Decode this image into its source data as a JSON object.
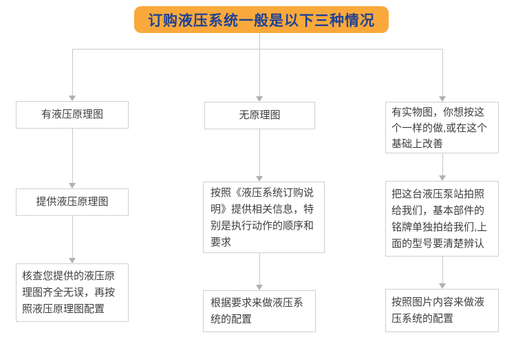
{
  "title": {
    "label": "订购液压系统一般是以下三种情况"
  },
  "flow": {
    "columns": [
      {
        "id": "has-schematic",
        "steps": [
          "有液压原理图",
          "提供液压原理图",
          "核查您提供的液压原理图齐全无误，再按照液压原理图配置"
        ]
      },
      {
        "id": "no-schematic",
        "steps": [
          "无原理图",
          "按照《液压系统订购说明》提供相关信息，特别是执行动作的顺序和要求",
          "根据要求来做液压系统的配置"
        ]
      },
      {
        "id": "has-photo",
        "steps": [
          "有实物图，你想按这个一样的做,或在这个基础上改善",
          "把这台液压泵站拍照给我们，基本部件的铭牌单独拍给我们,上面的型号要清楚辨认",
          "按照图片内容来做液压系统的配置"
        ]
      }
    ]
  },
  "colors": {
    "title_bg": "#F9A93C",
    "title_text": "#1F4294",
    "box_border": "#cfcfcf",
    "box_bg": "#ffffff",
    "body_text": "#3d3d3d",
    "connector_line": "#c9c9c9",
    "arrowhead": "#b0b0b0",
    "page_bg": "#ffffff"
  }
}
